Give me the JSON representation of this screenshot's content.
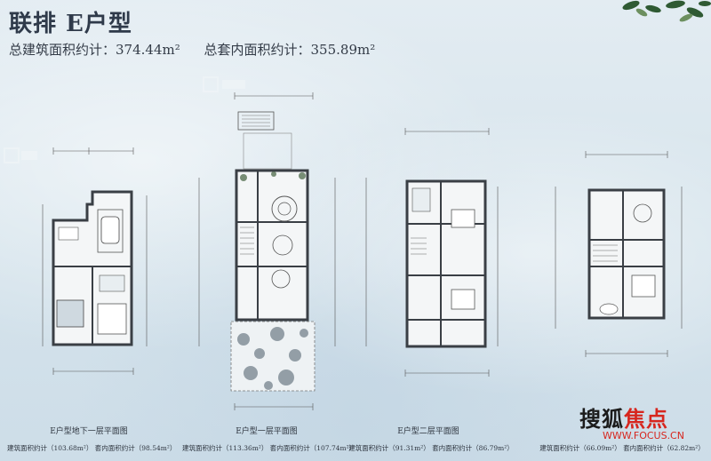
{
  "title": "联排 E户型",
  "areas": {
    "building_total": "总建筑面积约计：374.44m²",
    "inner_total": "总套内面积约计：355.89m²"
  },
  "plans": [
    {
      "caption": "E户型地下一层平面图",
      "build": "建筑面积约计（103.68m²）",
      "inner": "套内面积约计（98.54m²）"
    },
    {
      "caption": "E户型一层平面图",
      "build": "建筑面积约计（113.36m²）",
      "inner": "套内面积约计（107.74m²）"
    },
    {
      "caption": "E户型二层平面图",
      "build": "建筑面积约计（91.31m²）",
      "inner": "套内面积约计（86.79m²）"
    },
    {
      "caption": "",
      "build": "建筑面积约计（66.09m²）",
      "inner": "套内面积约计（62.82m²）"
    }
  ],
  "logo": {
    "main_black": "搜狐",
    "main_red": "焦点",
    "url": "WWW.FOCUS.CN"
  },
  "colors": {
    "title": "#2f3a4a",
    "logo_red": "#d7261e",
    "wall": "#3a3f45"
  }
}
